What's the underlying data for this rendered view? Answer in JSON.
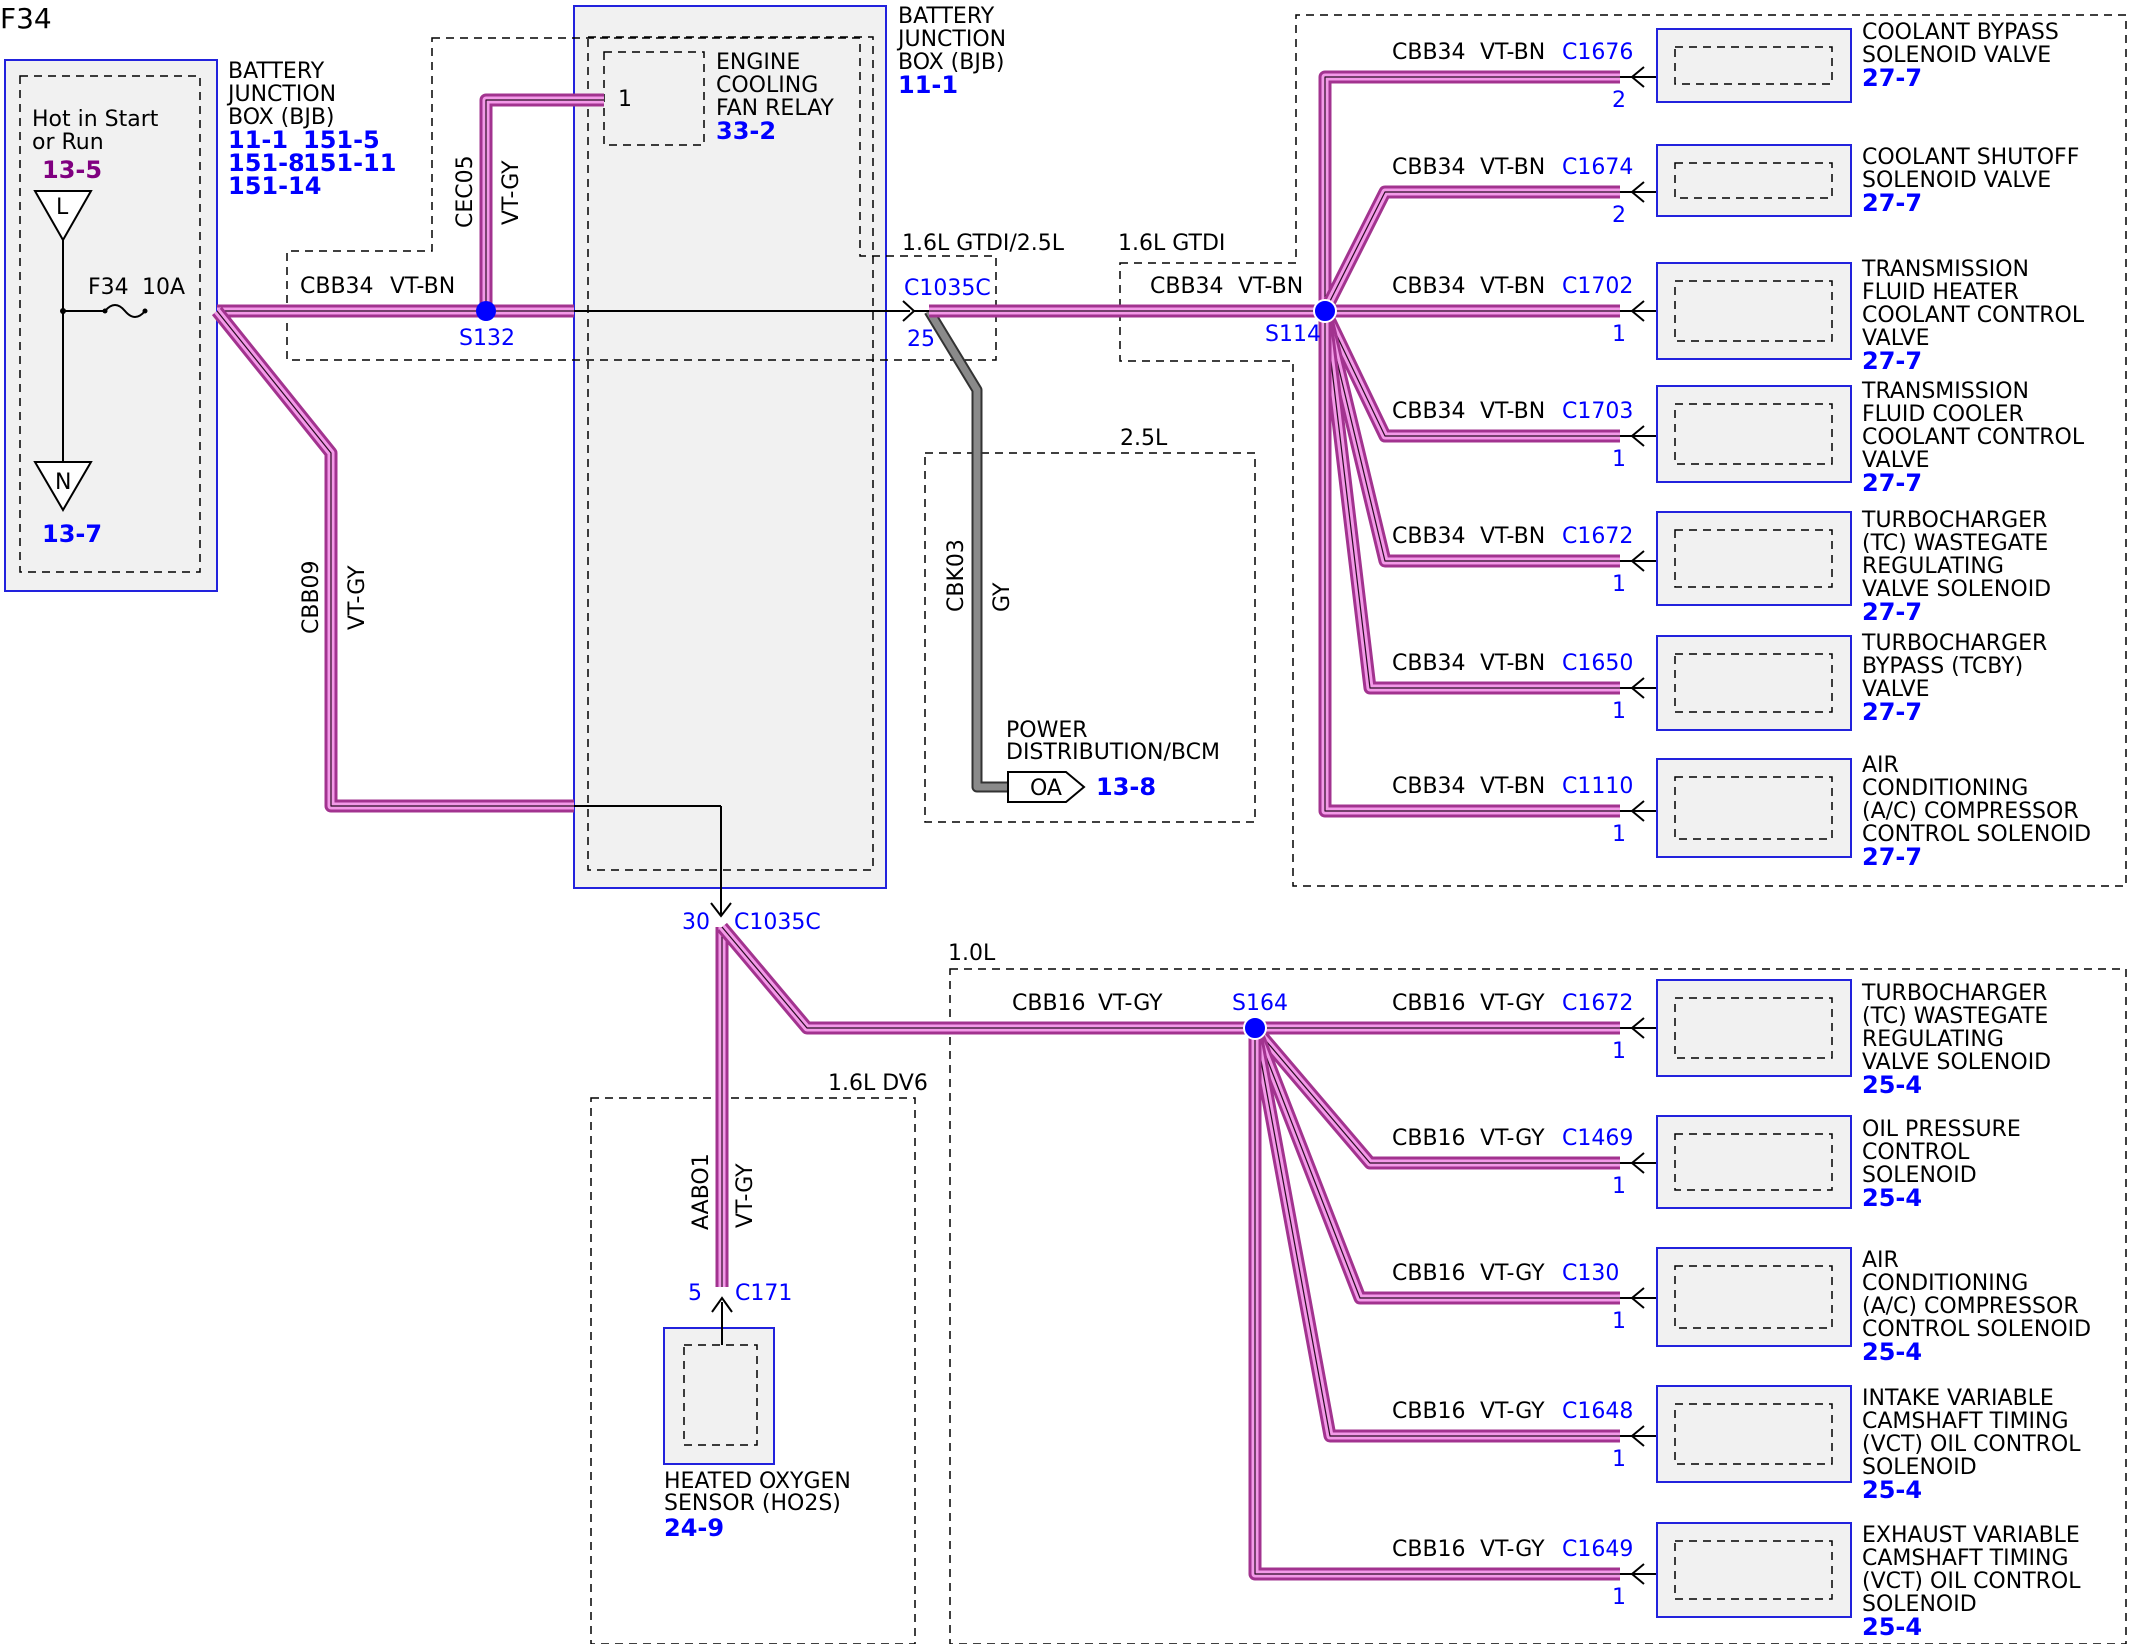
{
  "page_title": "F34",
  "colors": {
    "wire_violet": "#f39ae8",
    "wire_gray": "#8a8a8a",
    "ref_blue": "#0000ff",
    "ref_purple": "#800080",
    "splice": "#0000ff"
  },
  "bjb_left": {
    "label": [
      "BATTERY",
      "JUNCTION",
      "BOX (BJB)"
    ],
    "refs": [
      "11-1",
      "151-5",
      "151-8",
      "151-11",
      "151-14"
    ],
    "hot_label": [
      "Hot in Start",
      "or Run"
    ],
    "hot_ref": "13-5",
    "L": "L",
    "N": "N",
    "N_ref": "13-7",
    "fuse": "F34",
    "fuse_rating": "10A"
  },
  "bjb_right": {
    "label": [
      "BATTERY",
      "JUNCTION",
      "BOX (BJB)"
    ],
    "ref": "11-1"
  },
  "relay": {
    "label": [
      "ENGINE",
      "COOLING",
      "FAN RELAY"
    ],
    "ref": "33-2",
    "pin": "1"
  },
  "wires": {
    "cbb34": "CBB34",
    "vtbn": "VT-BN",
    "cec05": "CEC05",
    "vtgy": "VT-GY",
    "cbb09": "CBB09",
    "cbk03": "CBK03",
    "gy": "GY",
    "cbb16": "CBB16",
    "aabo1": "AABO1"
  },
  "splices": {
    "s132": "S132",
    "s114": "S114",
    "s164": "S164"
  },
  "connectors": {
    "c1035c": "C1035C",
    "pin25": "25",
    "pin30": "30",
    "c171": "C171",
    "pin5": "5"
  },
  "variants": {
    "gtdi25": "1.6L GTDI/2.5L",
    "gtdi": "1.6L GTDI",
    "l25": "2.5L",
    "l10": "1.0L",
    "dv6": "1.6L DV6"
  },
  "pd": {
    "label": [
      "POWER",
      "DISTRIBUTION/BCM"
    ],
    "tag": "OA",
    "ref": "13-8"
  },
  "ho2s": {
    "label": [
      "HEATED OXYGEN",
      "SENSOR (HO2S)"
    ],
    "ref": "24-9"
  },
  "loads_top": [
    {
      "conn": "C1676",
      "pin": "2",
      "label": [
        "COOLANT BYPASS",
        "SOLENOID VALVE"
      ],
      "ref": "27-7"
    },
    {
      "conn": "C1674",
      "pin": "2",
      "label": [
        "COOLANT SHUTOFF",
        "SOLENOID VALVE"
      ],
      "ref": "27-7"
    },
    {
      "conn": "C1702",
      "pin": "1",
      "label": [
        "TRANSMISSION",
        "FLUID HEATER",
        "COOLANT CONTROL",
        "VALVE"
      ],
      "ref": "27-7"
    },
    {
      "conn": "C1703",
      "pin": "1",
      "label": [
        "TRANSMISSION",
        "FLUID COOLER",
        "COOLANT CONTROL",
        "VALVE"
      ],
      "ref": "27-7"
    },
    {
      "conn": "C1672",
      "pin": "1",
      "label": [
        "TURBOCHARGER",
        "(TC) WASTEGATE",
        "REGULATING",
        "VALVE SOLENOID"
      ],
      "ref": "27-7"
    },
    {
      "conn": "C1650",
      "pin": "1",
      "label": [
        "TURBOCHARGER",
        "BYPASS (TCBY)",
        "VALVE"
      ],
      "ref": "27-7"
    },
    {
      "conn": "C1110",
      "pin": "1",
      "label": [
        "AIR",
        "CONDITIONING",
        "(A/C) COMPRESSOR",
        "CONTROL SOLENOID"
      ],
      "ref": "27-7"
    }
  ],
  "loads_bottom": [
    {
      "conn": "C1672",
      "pin": "1",
      "label": [
        "TURBOCHARGER",
        "(TC) WASTEGATE",
        "REGULATING",
        "VALVE SOLENOID"
      ],
      "ref": "25-4"
    },
    {
      "conn": "C1469",
      "pin": "1",
      "label": [
        "OIL PRESSURE",
        "CONTROL",
        "SOLENOID"
      ],
      "ref": "25-4"
    },
    {
      "conn": "C130",
      "pin": "1",
      "label": [
        "AIR",
        "CONDITIONING",
        "(A/C) COMPRESSOR",
        "CONTROL SOLENOID"
      ],
      "ref": "25-4"
    },
    {
      "conn": "C1648",
      "pin": "1",
      "label": [
        "INTAKE VARIABLE",
        "CAMSHAFT TIMING",
        "(VCT) OIL CONTROL",
        "SOLENOID"
      ],
      "ref": "25-4"
    },
    {
      "conn": "C1649",
      "pin": "1",
      "label": [
        "EXHAUST VARIABLE",
        "CAMSHAFT TIMING",
        "(VCT) OIL CONTROL",
        "SOLENOID"
      ],
      "ref": "25-4"
    }
  ]
}
